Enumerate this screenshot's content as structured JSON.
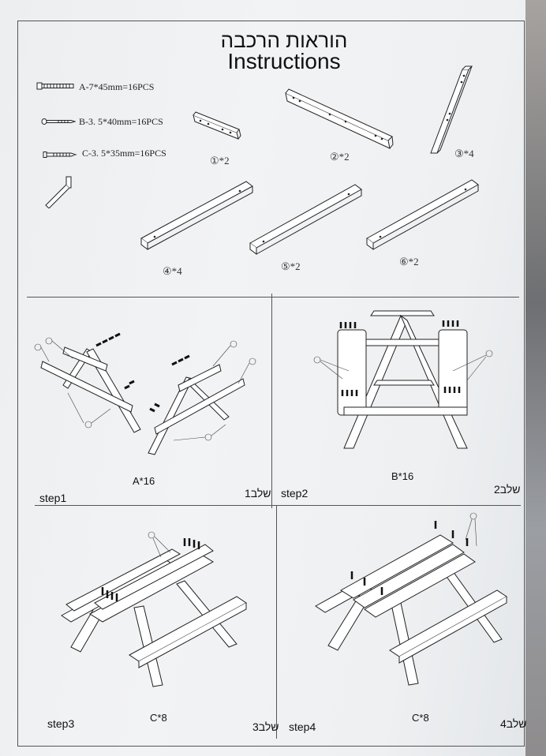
{
  "header": {
    "title_he": "הוראות הרכבה",
    "title_en": "Instructions"
  },
  "hardware": [
    {
      "icon": "bolt-icon",
      "label": "A-7*45mm=16PCS"
    },
    {
      "icon": "screw-icon",
      "label": "B-3. 5*40mm=16PCS"
    },
    {
      "icon": "screw-icon",
      "label": "C-3. 5*35mm=16PCS"
    },
    {
      "icon": "allen-key-icon",
      "label": ""
    }
  ],
  "pieces": [
    {
      "num": "①",
      "qty": "*2"
    },
    {
      "num": "②",
      "qty": "*2"
    },
    {
      "num": "③",
      "qty": "*4"
    },
    {
      "num": "④",
      "qty": "*4"
    },
    {
      "num": "⑤",
      "qty": "*2"
    },
    {
      "num": "⑥",
      "qty": "*2"
    }
  ],
  "steps": [
    {
      "en": "step1",
      "he": "שלב1",
      "count": "A*16"
    },
    {
      "en": "step2",
      "he": "שלב2",
      "count": "B*16"
    },
    {
      "en": "step3",
      "he": "שלב3",
      "count": "C*8"
    },
    {
      "en": "step4",
      "he": "שלב4",
      "count": "C*8"
    }
  ]
}
